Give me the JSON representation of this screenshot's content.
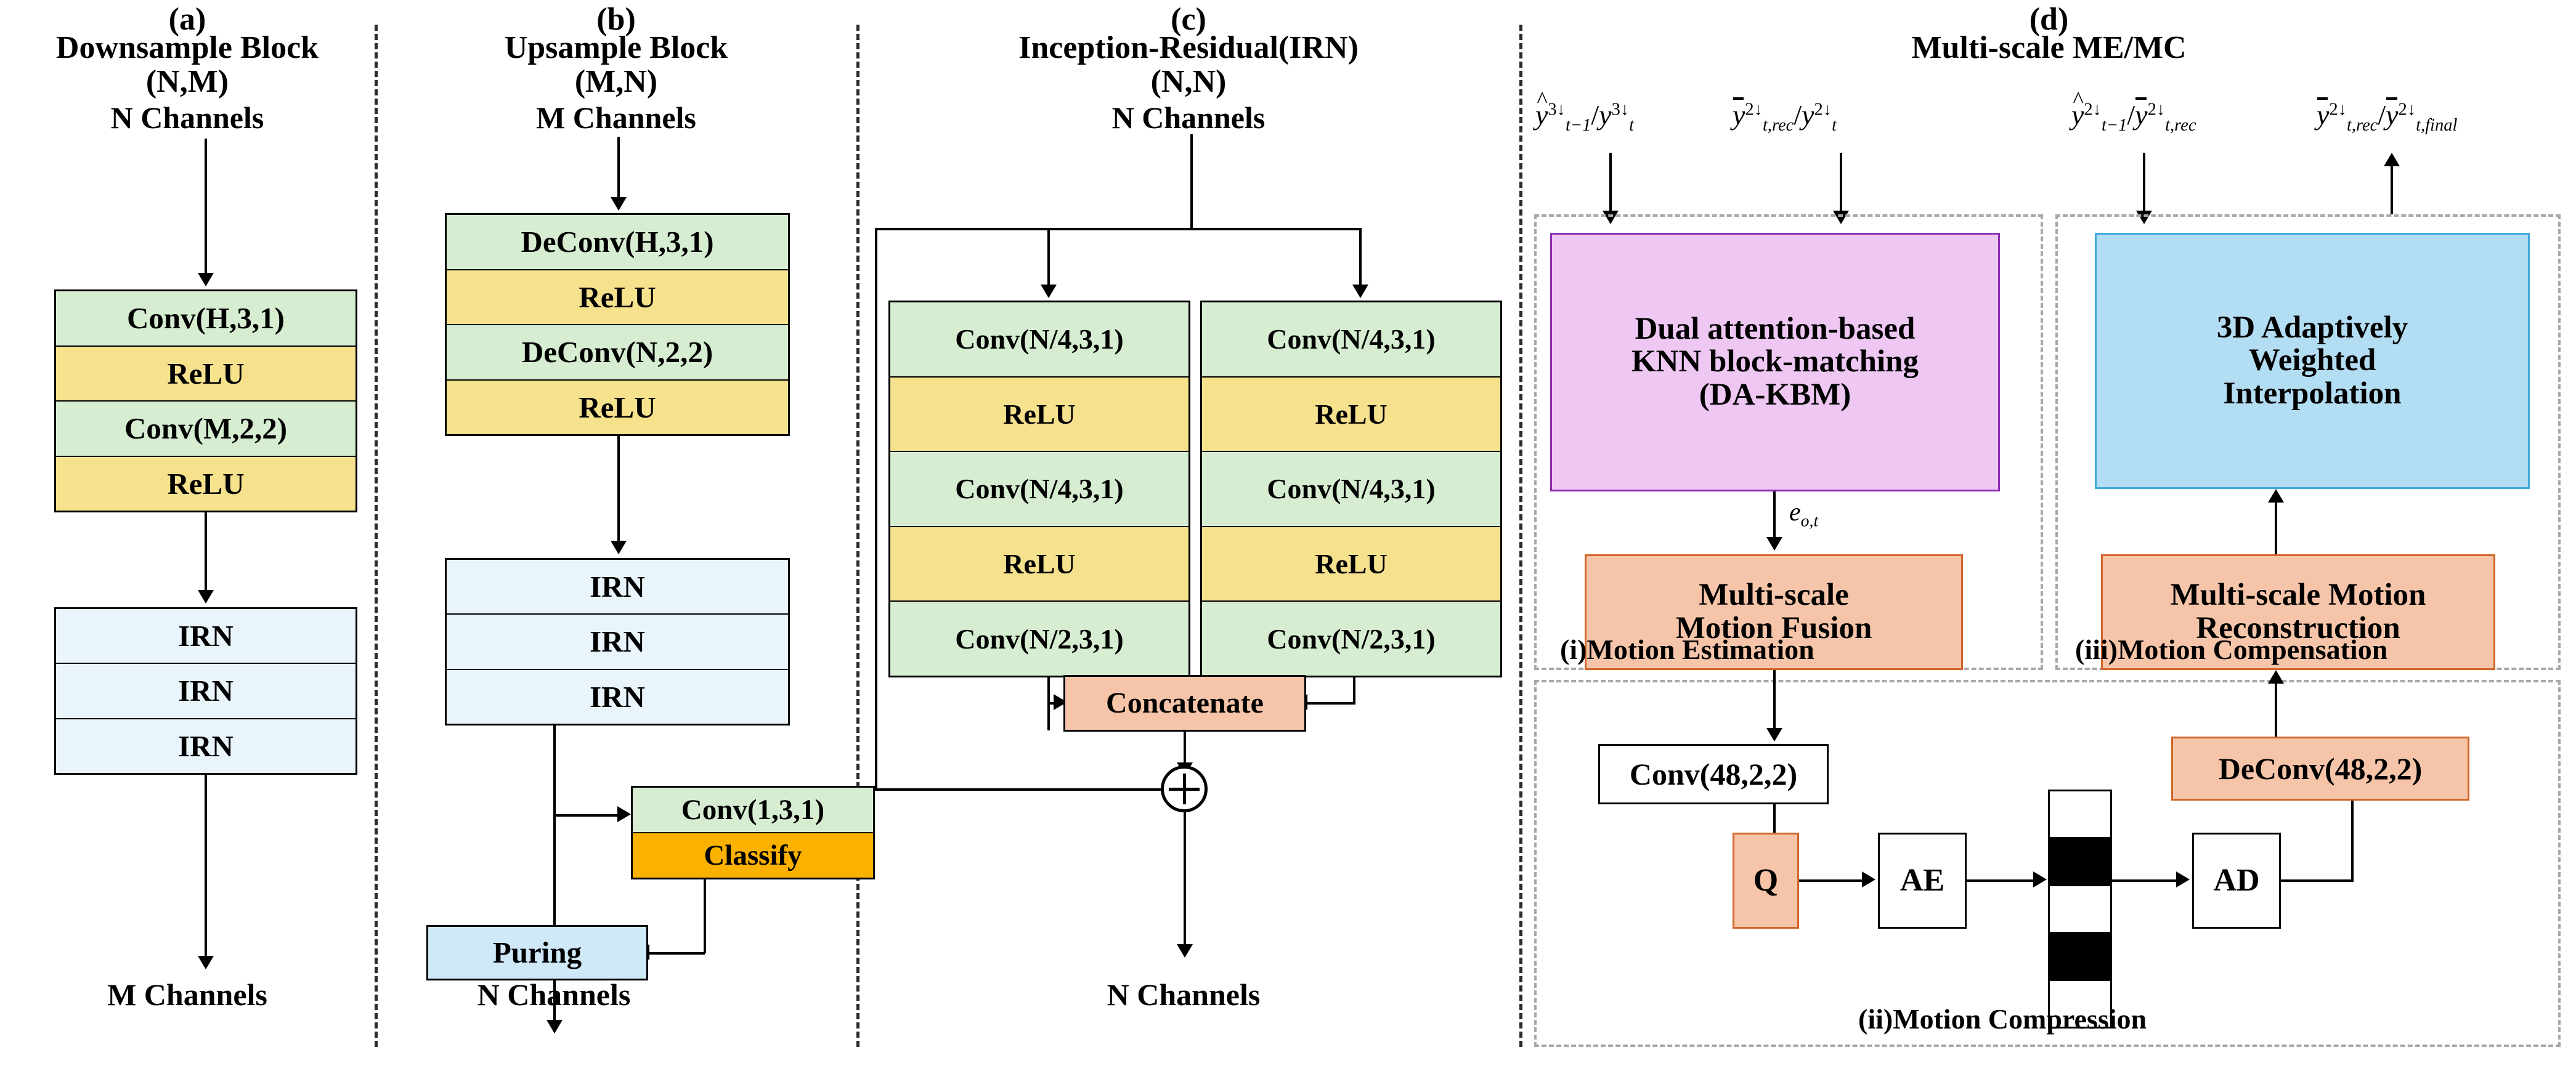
{
  "figure": {
    "panels": [
      {
        "letter": "(a)",
        "title_line1": "Downsample Block",
        "title_line2": "(N,M)",
        "input_label": "N Channels",
        "output_label": "M Channels",
        "stack1": [
          "Conv(H,3,1)",
          "ReLU",
          "Conv(M,2,2)",
          "ReLU"
        ],
        "stack2": [
          "IRN",
          "IRN",
          "IRN"
        ]
      },
      {
        "letter": "(b)",
        "title_line1": "Upsample Block",
        "title_line2": "(M,N)",
        "input_label": "M Channels",
        "output_label": "N Channels",
        "stack1": [
          "DeConv(H,3,1)",
          "ReLU",
          "DeConv(N,2,2)",
          "ReLU"
        ],
        "stack2": [
          "IRN",
          "IRN",
          "IRN"
        ],
        "branch": [
          "Conv(1,3,1)",
          "Classify"
        ],
        "merge": "Puring"
      },
      {
        "letter": "(c)",
        "title_line1": "Inception-Residual(IRN)",
        "title_line2": "(N,N)",
        "input_label": "N Channels",
        "output_label": "N Channels",
        "left_branch": [
          "Conv(N/4,3,1)",
          "ReLU",
          "Conv(N/4,3,1)",
          "ReLU",
          "Conv(N/2,3,1)"
        ],
        "right_branch": [
          "Conv(N/4,3,1)",
          "ReLU",
          "Conv(N/4,3,1)",
          "ReLU",
          "Conv(N/2,3,1)"
        ],
        "concat": "Concatenate",
        "residual_op": "+"
      },
      {
        "letter": "(d)",
        "title_line1": "Multi-scale ME/MC",
        "io_labels": [
          "ŷ3↓t-1 / y3↓t",
          "y̅2↓t,rec / y2↓t",
          "ŷ2↓t-1 / y̅2↓t,rec",
          "y̅2↓t,rec / y̅2↓t,final"
        ],
        "sections": [
          {
            "caption": "(i)Motion Estimation",
            "blocks": [
              "Dual attention-based KNN block-matching (DA-KBM)",
              "Multi-scale Motion Fusion"
            ],
            "edge_label": "eₒ,ₜ"
          },
          {
            "caption": "(ii)Motion Compression",
            "blocks": [
              "Conv(48,2,2)",
              "Q",
              "AE",
              "AD",
              "DeConv(48,2,2)"
            ]
          },
          {
            "caption": "(iii)Motion Compensation",
            "blocks": [
              "3D Adaptively Weighted Interpolation",
              "Multi-scale Motion Reconstruction"
            ]
          }
        ]
      }
    ],
    "labels": {
      "dakbm_l1": "Dual attention-based",
      "dakbm_l2": "KNN block-matching",
      "dakbm_l3": "(DA-KBM)",
      "msmf_l1": "Multi-scale",
      "msmf_l2": "Motion Fusion",
      "awi_l1": "3D Adaptively",
      "awi_l2": "Weighted",
      "awi_l3": "Interpolation",
      "msmr_l1": "Multi-scale Motion",
      "msmr_l2": "Reconstruction",
      "conv48": "Conv(48,2,2)",
      "deconv48": "DeConv(48,2,2)",
      "q": "Q",
      "ae": "AE",
      "ad": "AD",
      "eot": "e",
      "eot_sub": "o,t",
      "cap_i": "(i)Motion Estimation",
      "cap_ii": "(ii)Motion Compression",
      "cap_iii": "(iii)Motion Compensation"
    },
    "colors": {
      "conv_green": "#d6edd2",
      "relu_yellow": "#f6e18d",
      "irn_blue": "#e9f4fb",
      "concat_peach": "#f6c5a9",
      "classify_orange": "#fbb100",
      "puring_blue": "#cfe9f8",
      "dakbm_purple": "#eec7f2",
      "interp_skyblue": "#b3ddf2",
      "stroke_black": "#000000",
      "dashed_gray": "#a8a8a8"
    }
  }
}
